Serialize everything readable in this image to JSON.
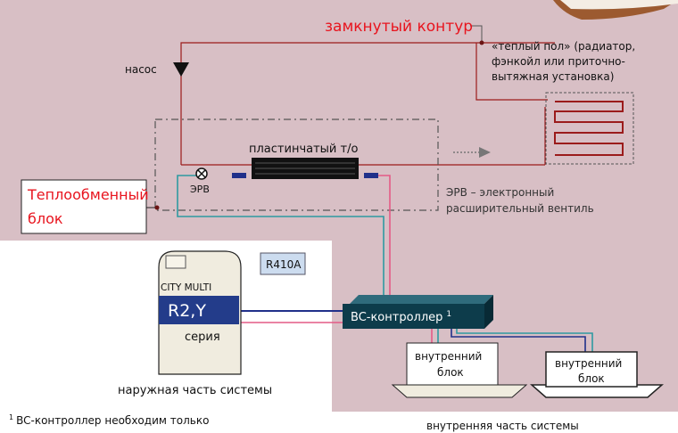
{
  "labels": {
    "closed_loop": "замкнутый контур",
    "warm_floor": [
      "«теплый пол» (радиатор,",
      "фэнкойл или приточно-",
      "вытяжная установка)"
    ],
    "pump": "насос",
    "plate_hx": "пластинчатый т/о",
    "erv": "ЭРВ",
    "erv_note": [
      "ЭРВ – электронный",
      "расширительный вентиль"
    ],
    "heat_exchange_block": [
      "Теплообменный",
      "блок"
    ],
    "refrigerant": "R410A",
    "brand": "CITY MULTI",
    "model": "R2,Y",
    "series": "серия",
    "outdoor_part": "наружная часть системы",
    "bc_controller": "BC-контроллер",
    "bc_footnote_mark": "1",
    "indoor_unit": [
      "внутренний",
      "блок"
    ],
    "indoor_part": "внутренняя часть системы",
    "footnote_mark": "1",
    "footnote_text": "BC-контроллер необходим только"
  },
  "colors": {
    "background_zone": "#d8bfc5",
    "red_pipe": "#9b1b1b",
    "label_red": "#e8141e",
    "model_badge": "#233c8a",
    "bc_box": "#0d3c4b",
    "pipe_teal": "#2e9aa1",
    "pipe_pink": "#e45a86",
    "pipe_navy": "#20308a",
    "corner_wood": "#9c5a30"
  }
}
